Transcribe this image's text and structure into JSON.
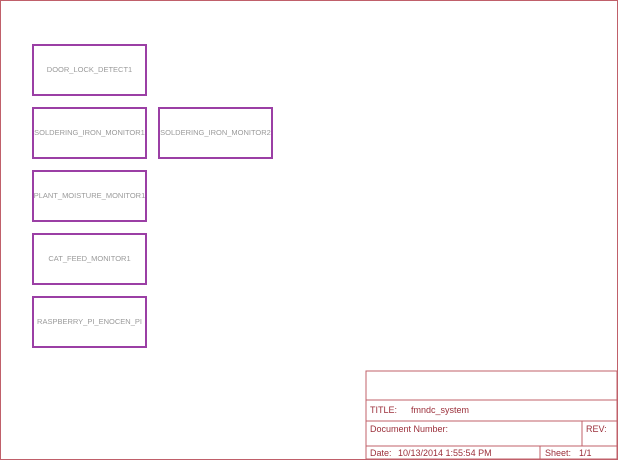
{
  "schematic": {
    "blocks": [
      {
        "label": "DOOR_LOCK_DETECT1"
      },
      {
        "label": "SOLDERING_IRON_MONITOR1"
      },
      {
        "label": "SOLDERING_IRON_MONITOR2"
      },
      {
        "label": "PLANT_MOISTURE_MONITOR1"
      },
      {
        "label": "CAT_FEED_MONITOR1"
      },
      {
        "label": "RASPBERRY_PI_ENOCEN_PI"
      }
    ]
  },
  "title_block": {
    "title_label": "TITLE:",
    "title_value": "fmndc_system",
    "doc_number_label": "Document Number:",
    "rev_label": "REV:",
    "date_label": "Date:",
    "date_value": "10/13/2014 1:55:54 PM",
    "sheet_label": "Sheet:",
    "sheet_value": "1/1"
  },
  "colors": {
    "frame": "#c0606a",
    "block_border": "#9b3fa5",
    "block_text": "#9a9a9a",
    "title_text": "#9b2f3a"
  }
}
